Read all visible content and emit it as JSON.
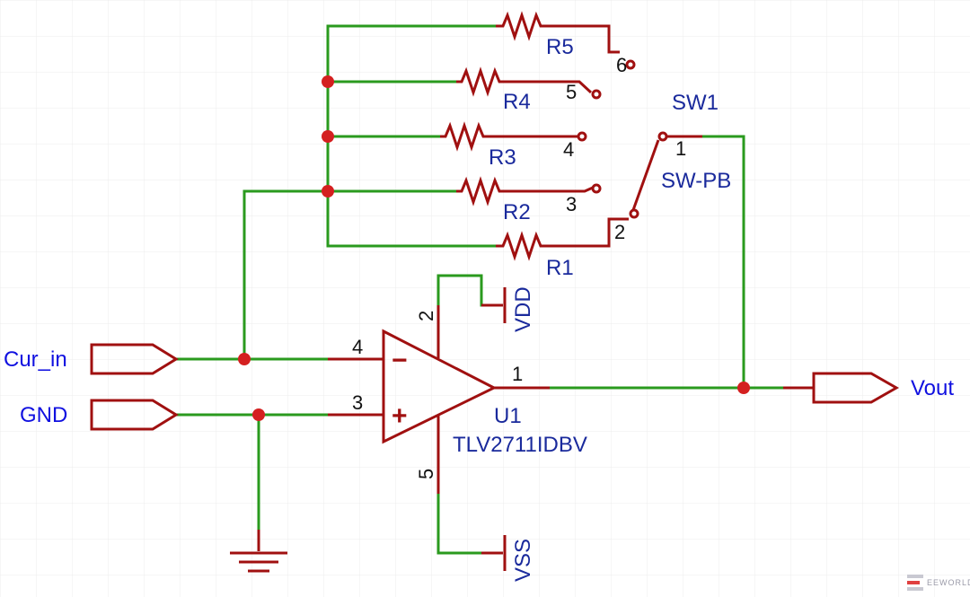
{
  "nets": {
    "input": "Cur_in",
    "ground": "GND",
    "output": "Vout",
    "vdd": "VDD",
    "vss": "VSS"
  },
  "resistors": {
    "r1": "R1",
    "r2": "R2",
    "r3": "R3",
    "r4": "R4",
    "r5": "R5"
  },
  "switch": {
    "ref": "SW1",
    "value": "SW-PB",
    "pins": {
      "p1": "1",
      "p2": "2",
      "p3": "3",
      "p4": "4",
      "p5": "5",
      "p6": "6"
    }
  },
  "opamp": {
    "ref": "U1",
    "value": "TLV2711IDBV",
    "pins": {
      "out": "1",
      "vdd": "2",
      "noninv": "3",
      "inv": "4",
      "vss": "5"
    },
    "inverting_sign": "−",
    "noninverting_sign": "+"
  },
  "watermark": "EEWORLD",
  "colors": {
    "wire": "#2a9a1e",
    "component": "#a01010",
    "junction": "#d42020",
    "net_label": "#1010e0",
    "ref_label": "#1a2a9c"
  }
}
